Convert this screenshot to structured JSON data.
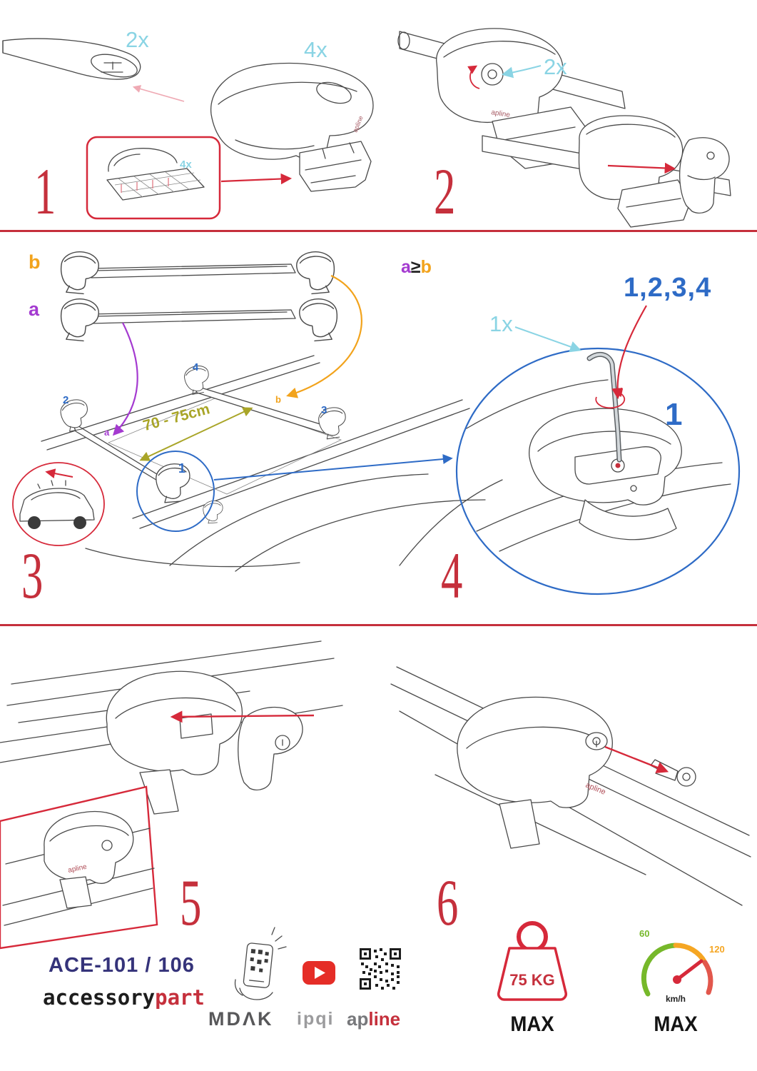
{
  "steps": {
    "s1": {
      "num": "1",
      "bar_qty": "2x",
      "foot_qty": "4x",
      "pad_qty": "4x"
    },
    "s2": {
      "num": "2",
      "lock_qty": "2x"
    },
    "s3": {
      "num": "3",
      "bar_b_label": "b",
      "bar_a_label": "a",
      "pos_1": "1",
      "pos_2": "2",
      "pos_3": "3",
      "pos_4": "4",
      "roof_a": "a",
      "roof_b": "b",
      "dim": "70 - 75cm"
    },
    "s4": {
      "num": "4",
      "cond_a": "a",
      "cond_op": "≥",
      "cond_b": "b",
      "order": "1,2,3,4",
      "key_qty": "1x",
      "step_ref": "1"
    },
    "s5": {
      "num": "5"
    },
    "s6": {
      "num": "6"
    }
  },
  "badge": {
    "apline": "apline"
  },
  "footer": {
    "model": "ACE-101 / 106",
    "brand_a": "accessory",
    "brand_b": "part",
    "mdak": "MDΛK",
    "ipqi": "ipqi",
    "ap": "ap",
    "line": "line",
    "weight": "75 KG",
    "weight_max": "MAX",
    "speed_60": "60",
    "speed_120": "120",
    "kmh": "km/h",
    "speed_max": "MAX"
  }
}
